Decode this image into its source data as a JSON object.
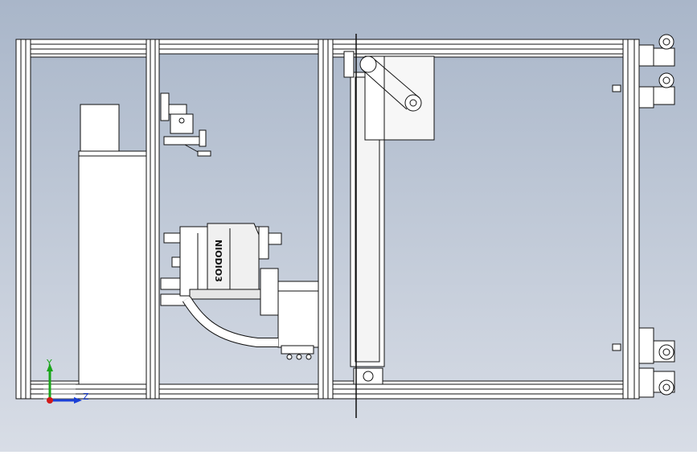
{
  "viewport": {
    "background_top": "#a9b6c9",
    "background_bottom": "#d8dde6",
    "line_color": "#111111",
    "part_fill": "#ffffff",
    "part_shade": "#d9d9d9"
  },
  "spindle": {
    "brand_text": "NIODIO3"
  },
  "axis_triad": {
    "y_label": "Y",
    "z_label": "Z",
    "y_color": "#1aa51a",
    "z_color": "#1a3fd6",
    "origin_color": "#d11a1a"
  }
}
